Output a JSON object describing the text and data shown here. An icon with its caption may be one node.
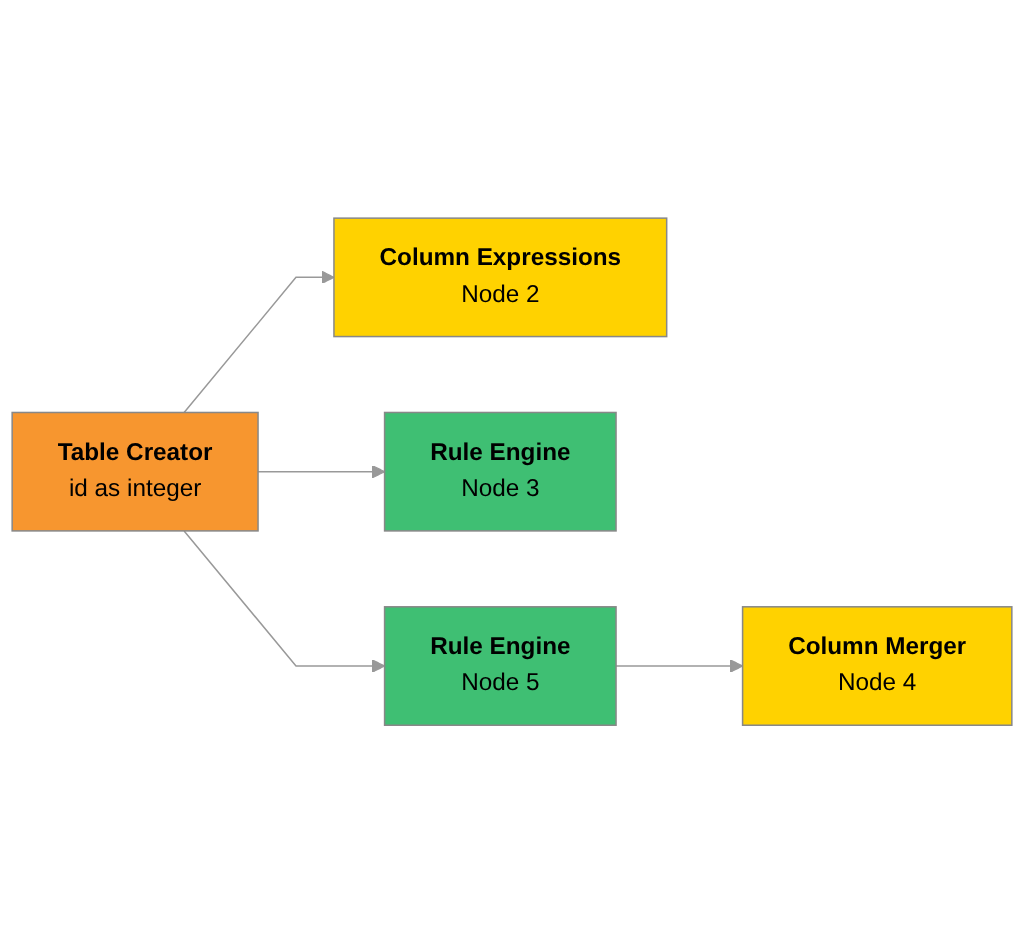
{
  "diagram": {
    "nodes": [
      {
        "text": [
          "Table Creator",
          "id as integer"
        ]
      },
      {
        "text": [
          "Column Expressions",
          "Node 2"
        ]
      },
      {
        "text": [
          "Rule Engine",
          "Node 3"
        ]
      },
      {
        "text": [
          "Rule Engine",
          "Node 5"
        ]
      },
      {
        "text": [
          "Column Merger",
          "Node 4"
        ]
      }
    ],
    "edges": [
      {
        "from": 0,
        "to": 1,
        "arrow": "to"
      },
      {
        "from": 0,
        "to": 2,
        "arrow": "to"
      },
      {
        "from": 0,
        "to": 3,
        "arrow": "to"
      },
      {
        "from": 3,
        "to": 4,
        "arrow": "to"
      }
    ]
  }
}
